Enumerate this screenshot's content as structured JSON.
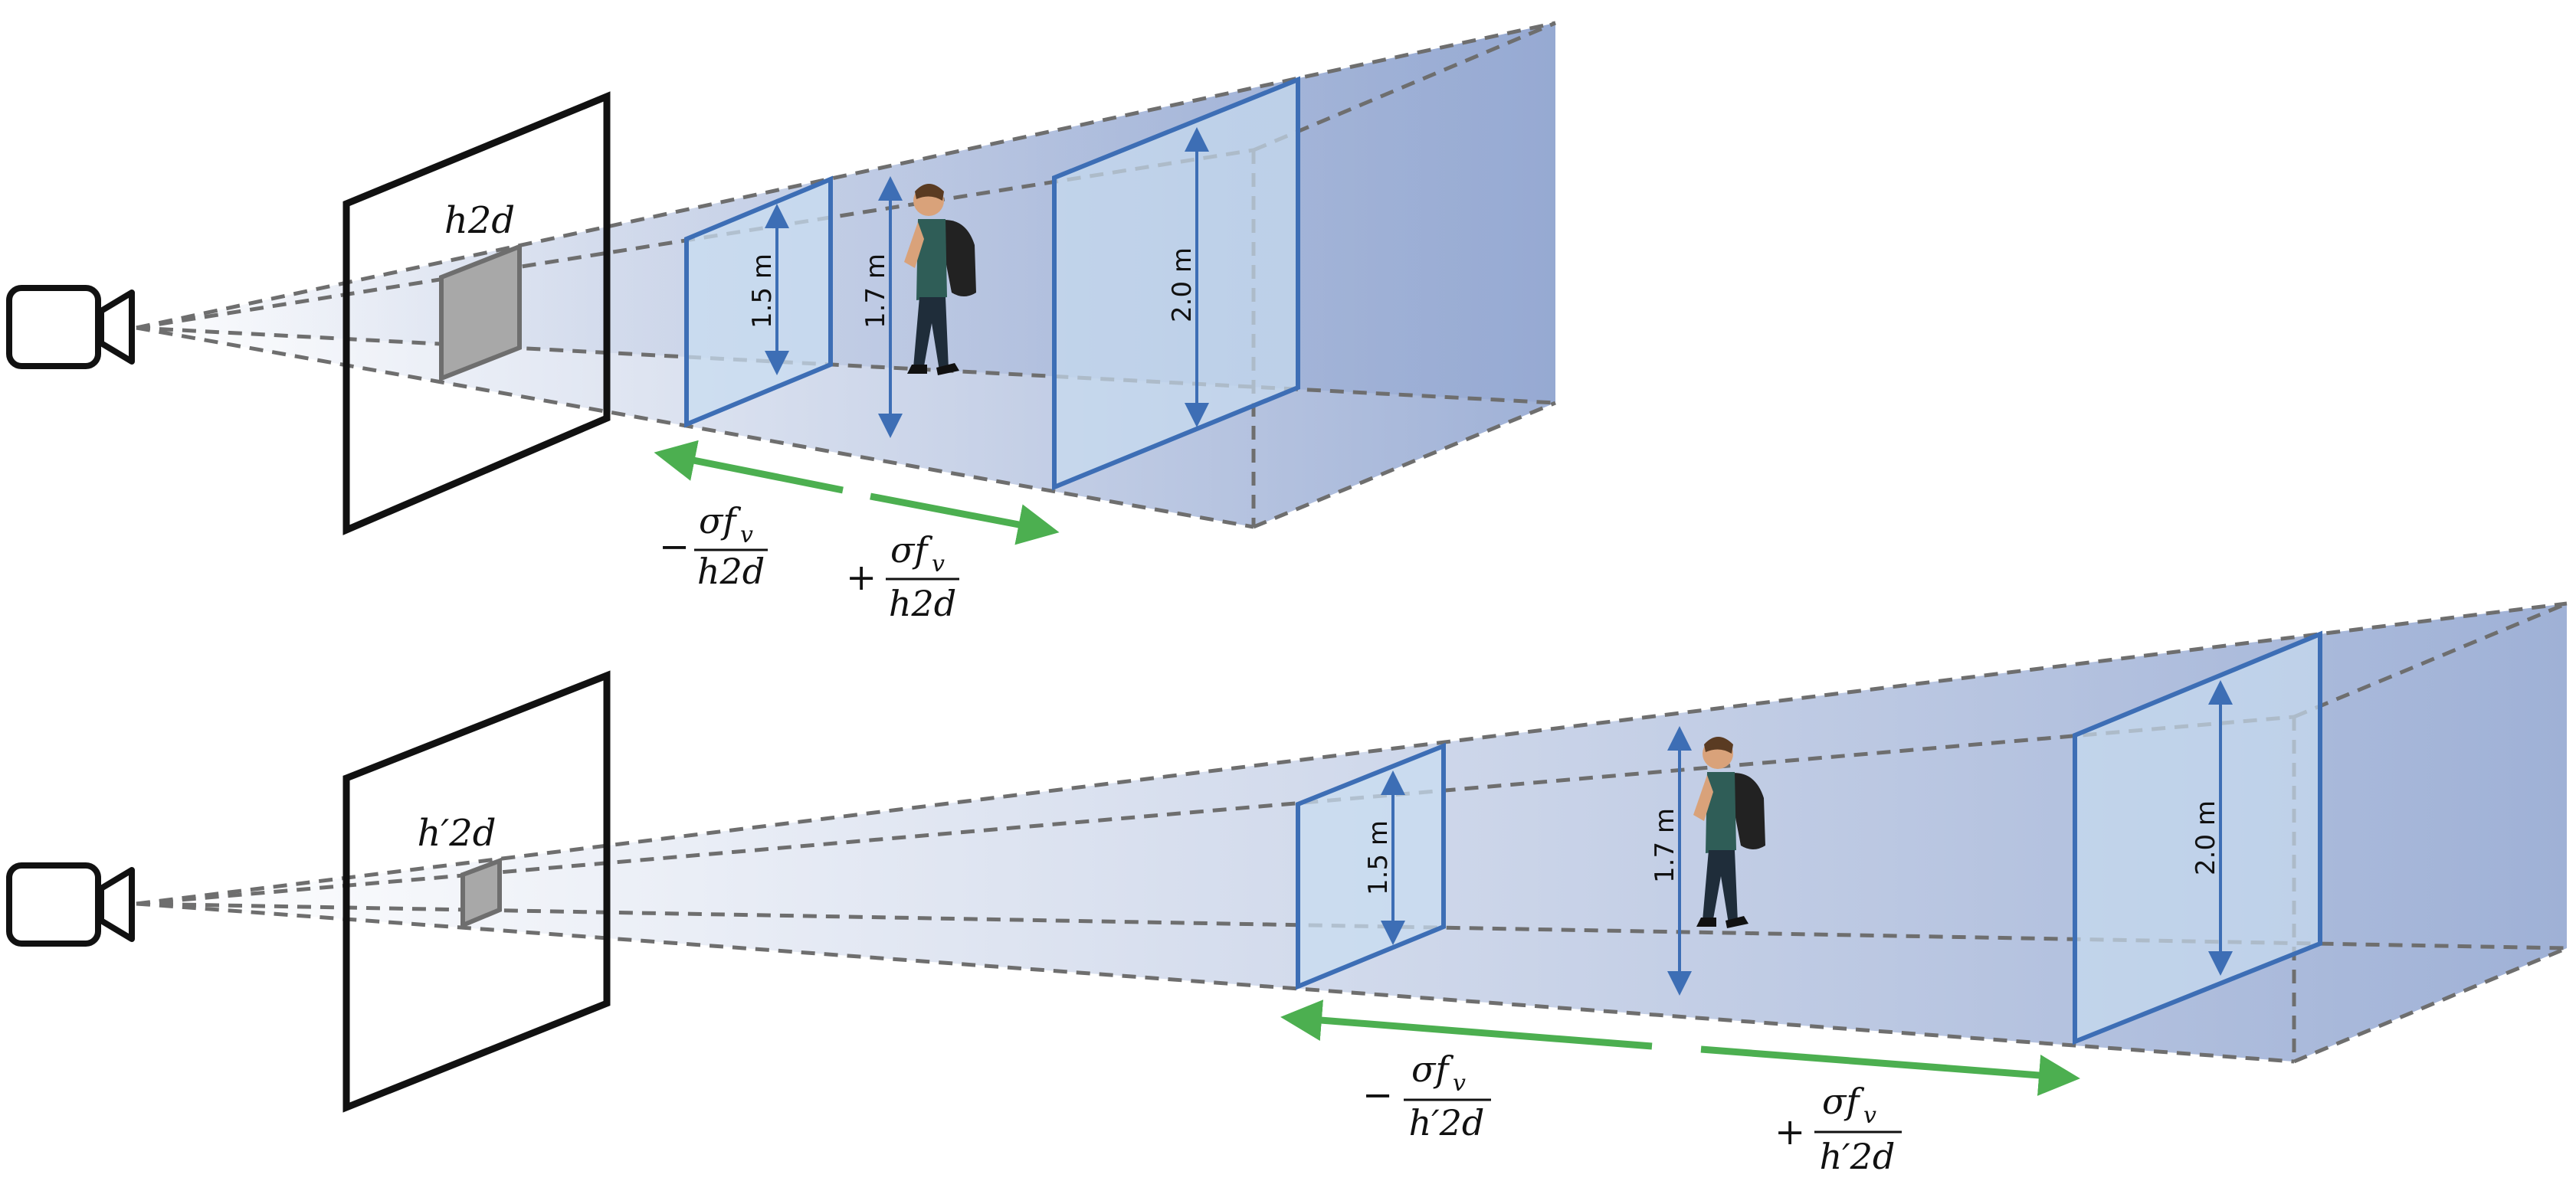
{
  "top_scene": {
    "image_label": "h2d",
    "heights": {
      "near": "1.5 m",
      "person": "1.7 m",
      "far": "2.0 m"
    },
    "minus_sign": "−",
    "plus_sign": "+",
    "numerator": "σf",
    "subscript": "v",
    "denominator": "h2d"
  },
  "bottom_scene": {
    "image_label": "h′2d",
    "heights": {
      "near": "1.5 m",
      "person": "1.7 m",
      "far": "2.0 m"
    },
    "minus_sign": "−",
    "plus_sign": "+",
    "numerator": "σf",
    "subscript": "v",
    "denominator": "h′2d"
  },
  "colors": {
    "frustum_fill": "#8ea3cf",
    "plane_stroke": "#3d6eb5",
    "plane_fill": "#c8dcf0",
    "arrow_green": "#4caf50",
    "dash_gray": "#6e6e6e",
    "bbox_gray": "#a8a8a8"
  },
  "icons": [
    "camera-icon",
    "person-icon"
  ]
}
